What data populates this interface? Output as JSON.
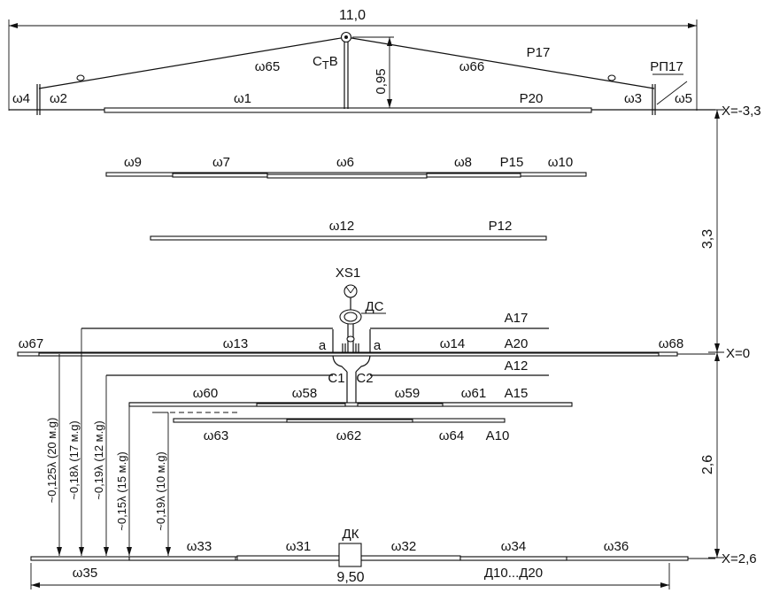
{
  "dimensions": {
    "total_width": "11,0",
    "height": "0,95",
    "gap_upper": "3,3",
    "gap_lower": "2,6",
    "director_width": "9,50"
  },
  "positions": {
    "x_top": "X=-3,3",
    "x_mid": "X=0",
    "x_bottom": "X=2,6"
  },
  "reflector": {
    "elements": [
      "ω1",
      "ω2",
      "ω3",
      "ω4",
      "ω5"
    ],
    "guys": [
      "ω65",
      "ω66"
    ],
    "mast": "СТВ",
    "mast_sub": "Т",
    "labels": [
      "Р20",
      "Р17",
      "РП17"
    ]
  },
  "row2": {
    "elements": [
      "ω9",
      "ω7",
      "ω6",
      "ω8",
      "ω10"
    ],
    "label": "Р15"
  },
  "row3": {
    "elements": [
      "ω12"
    ],
    "label": "Р12"
  },
  "feed": {
    "connector": "XS1",
    "balun": "ДС",
    "cap1": "С1",
    "cap2": "С2",
    "point_a": "а"
  },
  "driven": {
    "elements": [
      "ω67",
      "ω13",
      "ω14",
      "ω68"
    ],
    "labels": [
      "А17",
      "А20",
      "А12"
    ]
  },
  "driven_lower": {
    "elements": [
      "ω60",
      "ω58",
      "ω59",
      "ω61",
      "ω63",
      "ω62",
      "ω64"
    ],
    "labels": [
      "А15",
      "А10"
    ]
  },
  "spacings": [
    "~0,125λ (20 м.g)",
    "~0,18λ (17 м.g)",
    "~0,19λ (12 м.g)",
    "~0,15λ (15 м.g)",
    "~0,19λ (10 м.g)"
  ],
  "director": {
    "elements": [
      "ω35",
      "ω33",
      "ω31",
      "ω32",
      "ω34",
      "ω36"
    ],
    "box": "ДК",
    "label": "Д10...Д20"
  }
}
